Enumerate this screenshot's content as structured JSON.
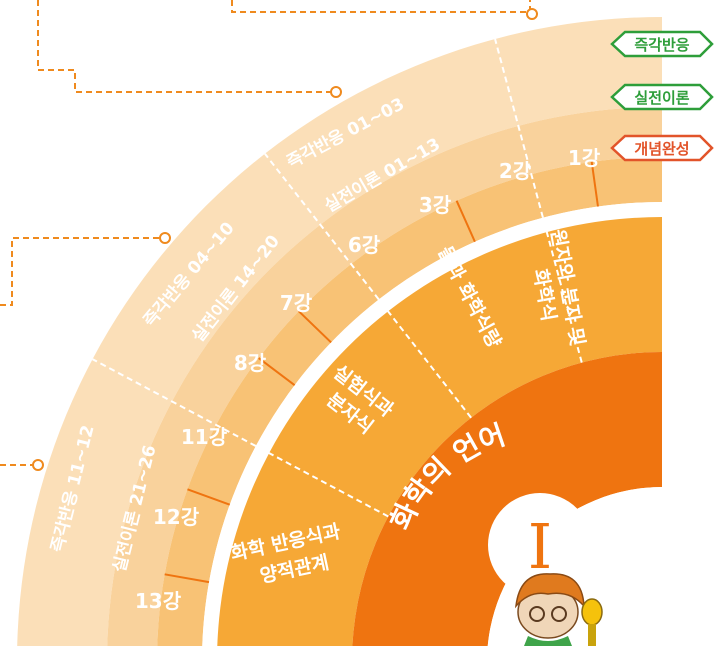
{
  "unit_numeral": "I",
  "unit_title": "화학의 언어",
  "chapters": [
    "원자와 분자 및 화학식",
    "몰과 화학식량",
    "실험식과 분자식",
    "화학 반응식과 양적관계"
  ],
  "legend": [
    {
      "label": "즉각반응",
      "color": "#2e9e3a"
    },
    {
      "label": "실전이론",
      "color": "#2e9e3a"
    },
    {
      "label": "개념완성",
      "color": "#e2542a"
    }
  ],
  "lectures": [
    "1강",
    "2강",
    "3강",
    "6강",
    "7강",
    "8강",
    "11강",
    "12강",
    "13강"
  ],
  "theory_ranges": [
    "실전이론 01~13",
    "실전이론 14~20",
    "실전이론 21~26"
  ],
  "reaction_ranges": [
    "즉각반응 01~03",
    "즉각반응 04~10",
    "즉각반응 11~12"
  ],
  "colors": {
    "core": "#ef7410",
    "chapter_ring": "#f6a836",
    "lecture_ring": "#f8c275",
    "theory_ring": "#f9d29c",
    "reaction_ring": "#fbdfb8",
    "line": "#ef7410",
    "text": "#ffffff"
  }
}
